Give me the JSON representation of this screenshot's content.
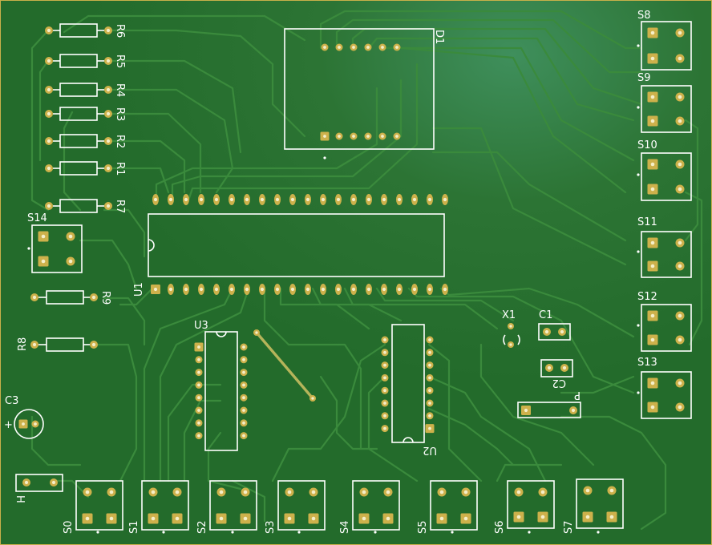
{
  "board": {
    "colors": {
      "substrate": "#2f7a2f",
      "trace": "#3b8a3b",
      "pad": "#cdb14b",
      "pad_hole": "#f4efc9",
      "silkscreen": "#ffffff",
      "edge": "#c8b04a"
    }
  },
  "labels": {
    "R6": "R6",
    "R5": "R5",
    "R4": "R4",
    "R3": "R3",
    "R2": "R2",
    "R1": "R1",
    "R7": "R7",
    "R9": "R9",
    "R8": "R8",
    "D1": "D1",
    "U1": "U1",
    "U2": "U2",
    "U3": "U3",
    "S0": "S0",
    "S1": "S1",
    "S2": "S2",
    "S3": "S3",
    "S4": "S4",
    "S5": "S5",
    "S6": "S6",
    "S7": "S7",
    "S8": "S8",
    "S9": "S9",
    "S10": "S10",
    "S11": "S11",
    "S12": "S12",
    "S13": "S13",
    "S14": "S14",
    "C1": "C1",
    "C2": "C2",
    "C3": "C3",
    "C3_plus": "+",
    "X1": "X1",
    "P": "P",
    "H": "H"
  }
}
